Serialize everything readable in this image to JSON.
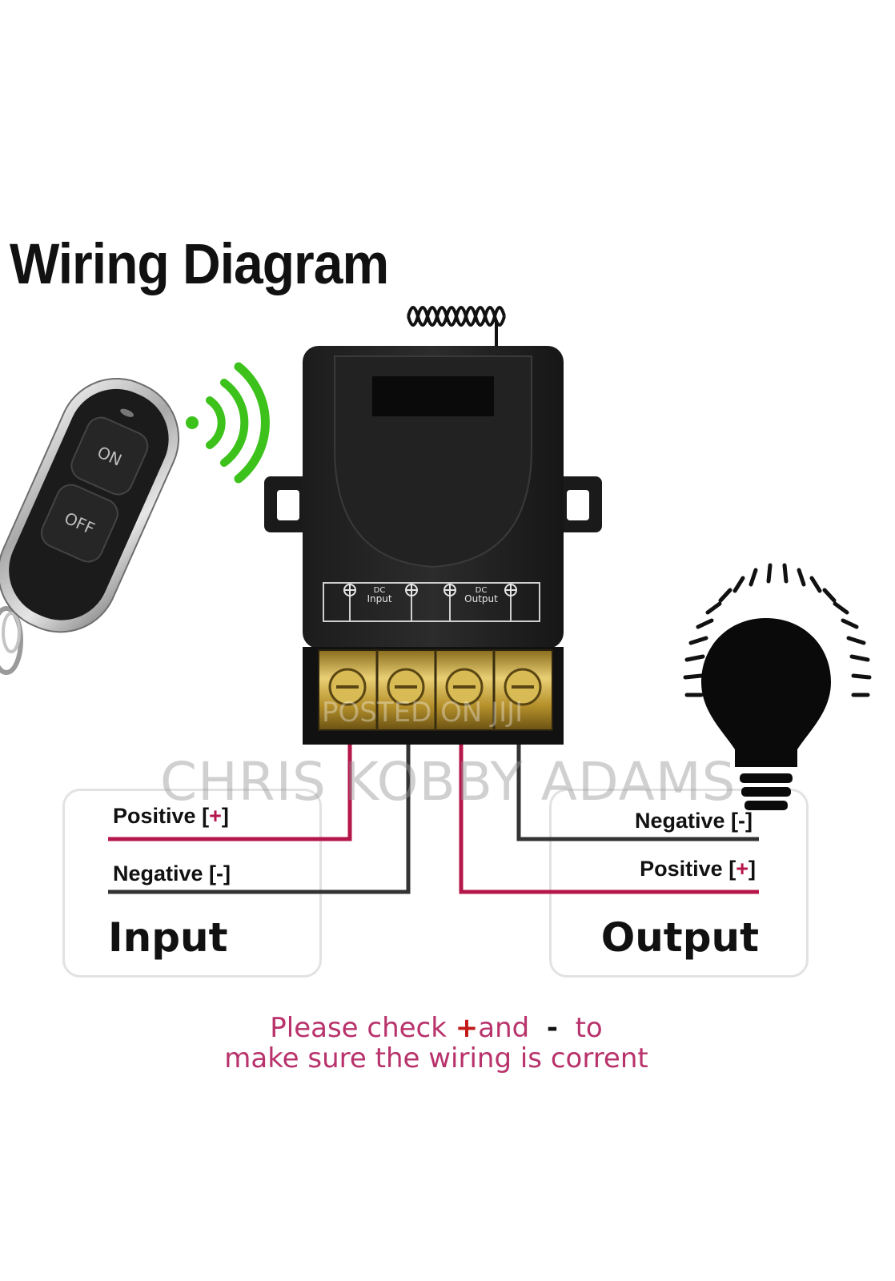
{
  "title": "Wiring Diagram",
  "remote": {
    "on_label": "ON",
    "off_label": "OFF"
  },
  "receiver": {
    "terminal_input_top": "DC",
    "terminal_input_bottom": "Input",
    "terminal_output_top": "DC",
    "terminal_output_bottom": "Output"
  },
  "input_panel": {
    "positive_word": "Positive",
    "positive_open": "[",
    "positive_sign": "+",
    "positive_close": "]",
    "negative_label": "Negative [-]",
    "title": "Input"
  },
  "output_panel": {
    "negative_label": "Negative [-]",
    "positive_word": "Positive",
    "positive_open": "[",
    "positive_sign": "+",
    "positive_close": "]",
    "title": "Output"
  },
  "note": {
    "line1_a": "Please check",
    "line1_plus": "+",
    "line1_b": "and",
    "line1_minus": "-",
    "line1_c": "to",
    "line2": "make sure the wiring is corrent"
  },
  "watermark": "CHRIS KOBBY ADAMS",
  "posted_watermark": "POSTED ON JIJI",
  "colors": {
    "positive_wire": "#b5174a",
    "negative_wire": "#333333",
    "signal": "#3cc21b",
    "brass": "#c9a63a"
  }
}
